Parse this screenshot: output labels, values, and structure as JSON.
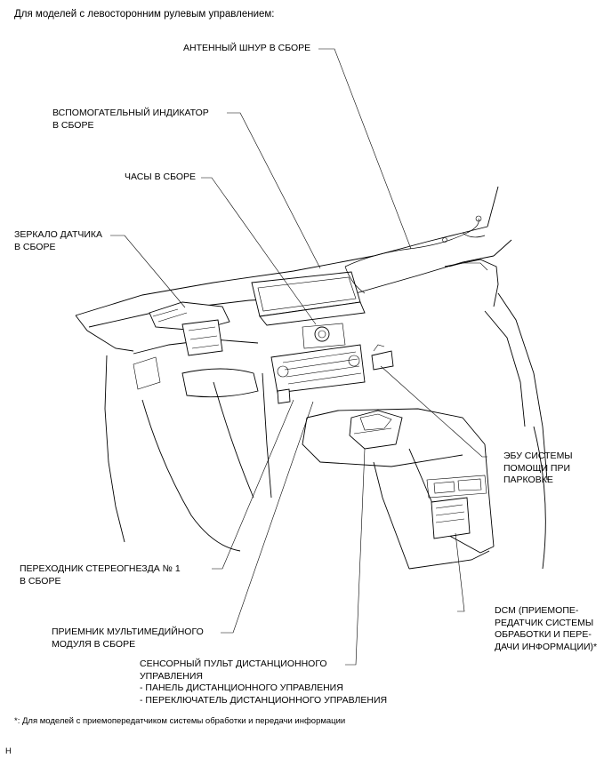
{
  "heading": "Для моделей с левосторонним рулевым управлением:",
  "labels": {
    "antenna": [
      "АНТЕННЫЙ ШНУР В СБОРЕ"
    ],
    "aux_indicator": [
      "ВСПОМОГАТЕЛЬНЫЙ ИНДИКАТОР",
      "В СБОРЕ"
    ],
    "clock": [
      "ЧАСЫ В СБОРЕ"
    ],
    "sensor_mirror": [
      "ЗЕРКАЛО ДАТЧИКА",
      "В СБОРЕ"
    ],
    "parking_ecu": [
      "ЭБУ СИСТЕМЫ",
      "ПОМОЩИ ПРИ",
      "ПАРКОВКЕ"
    ],
    "stereo_adapter": [
      "ПЕРЕХОДНИК СТЕРЕОГНЕЗДА № 1",
      "В СБОРЕ"
    ],
    "dcm": [
      "DCM (ПРИЕМОПЕ-",
      "РЕДАТЧИК СИСТЕМЫ",
      "ОБРАБОТКИ И ПЕРЕ-",
      "ДАЧИ ИНФОРМАЦИИ)*"
    ],
    "multimedia_receiver": [
      "ПРИЕМНИК МУЛЬТИМЕДИЙНОГО",
      "МОДУЛЯ В СБОРЕ"
    ],
    "remote_touch": [
      "СЕНСОРНЫЙ ПУЛЬТ ДИСТАНЦИОННОГО",
      "УПРАВЛЕНИЯ",
      "- ПАНЕЛЬ ДИСТАНЦИОННОГО УПРАВЛЕНИЯ",
      "- ПЕРЕКЛЮЧАТЕЛЬ ДИСТАНЦИОННОГО УПРАВЛЕНИЯ"
    ]
  },
  "footnote": "*: Для моделей с приемопередатчиком системы обработки и передачи информации",
  "figure_code": "H"
}
